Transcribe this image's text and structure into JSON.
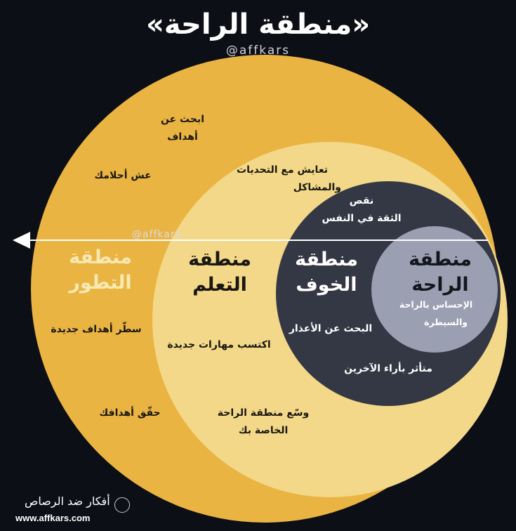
{
  "title": "«منطقة الراحة»",
  "handle": "@affkars",
  "colors": {
    "background": "#0d0f16",
    "growth_zone": "#eab443",
    "learning_zone": "#f2d888",
    "fear_zone": "#343844",
    "comfort_zone": "#9b9fb2",
    "arrow": "#ffffff"
  },
  "zones": {
    "growth": {
      "title_l1": "منطقة",
      "title_l2": "التطور",
      "items": [
        "ابحث عن",
        "أهداف",
        "عش أحلامك",
        "سطّر أهداف جديدة",
        "حقّق أهدافك"
      ]
    },
    "learning": {
      "title_l1": "منطقة",
      "title_l2": "التعلم",
      "items": [
        "تعايش مع التحديات",
        "والمشاكل",
        "اكتسب مهارات جديدة",
        "وسّع منطقة الراحة",
        "الخاصة بك"
      ]
    },
    "fear": {
      "title_l1": "منطقة",
      "title_l2": "الخوف",
      "items": [
        "نقص",
        "الثقة في النفس",
        "البحث عن الأعذار",
        "متأثر بأراء الآخرين"
      ]
    },
    "comfort": {
      "title_l1": "منطقة",
      "title_l2": "الراحة",
      "items": [
        "الإحساس بالراحة",
        "والسيطرة"
      ]
    }
  },
  "footer": {
    "brand_name": "أفكار ضد الرصاص",
    "url": "www.affkars.com"
  }
}
